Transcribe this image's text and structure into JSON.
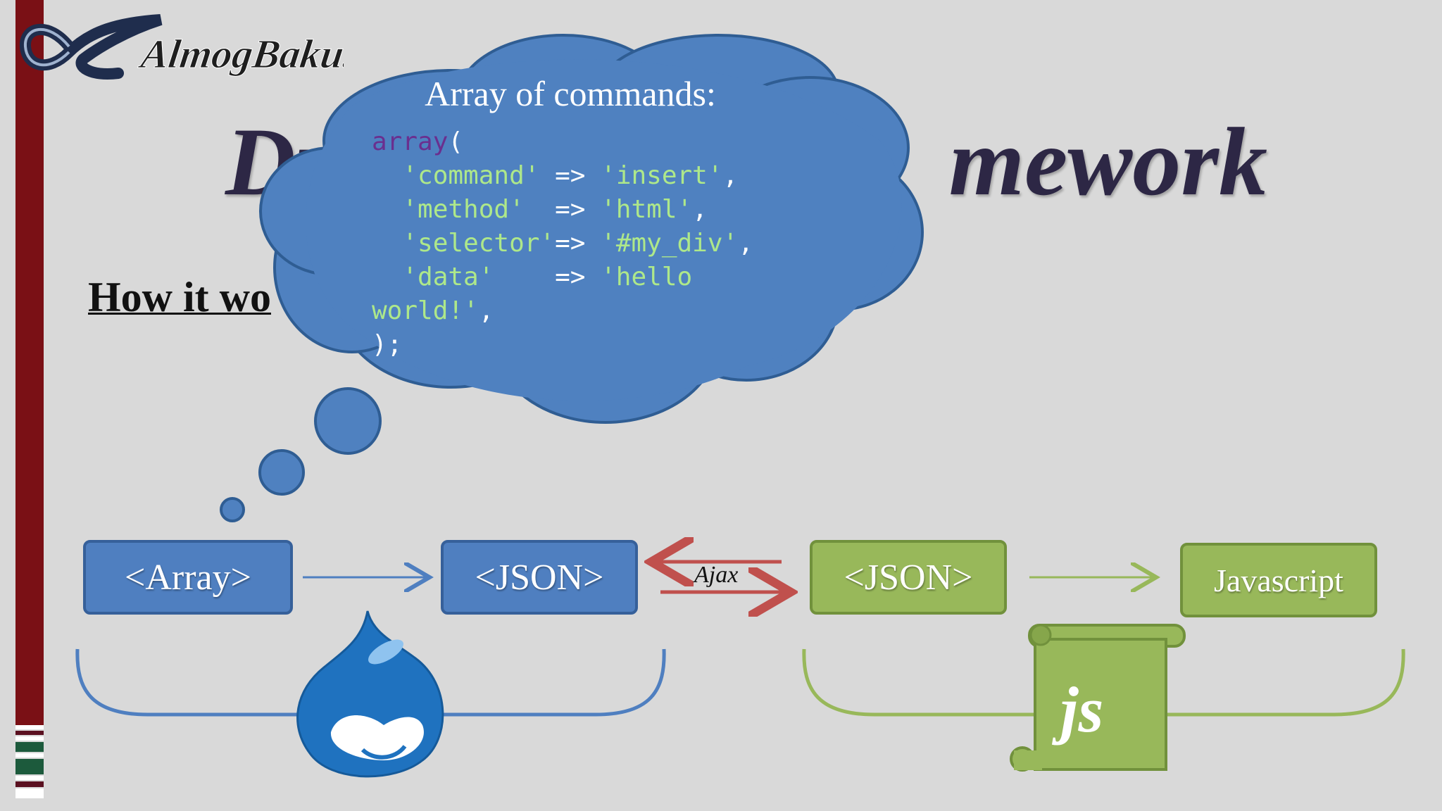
{
  "logo": {
    "text": "AlmogBaku."
  },
  "slide": {
    "title_left": "Dr",
    "title_right": "mework",
    "subtitle": "How it wo"
  },
  "cloud": {
    "title": "Array of commands:",
    "code": {
      "line1_kw": "array",
      "line1_paren": "(",
      "rows": [
        {
          "key": "'command'",
          "arrow": " =>",
          "value": " 'insert'",
          "tail": ","
        },
        {
          "key": "'method'",
          "arrow": "  =>",
          "value": " 'html'",
          "tail": ","
        },
        {
          "key": "'selector'",
          "arrow": "=>",
          "value": " '#my_div'",
          "tail": ","
        },
        {
          "key": "'data'",
          "arrow": "    =>",
          "value": " 'hello",
          "tail": ""
        }
      ],
      "wrap_value": "world!'",
      "wrap_tail": ",",
      "closing": ");"
    }
  },
  "flow": {
    "array_box": "<Array>",
    "json_box_left": "<JSON>",
    "ajax_label": "Ajax",
    "json_box_right": "<JSON>",
    "javascript_box": "Javascript",
    "js_scroll_text": "js"
  },
  "colors": {
    "blue": "#4f7fc0",
    "green": "#98b85a",
    "red_arrow": "#c0504d",
    "dark_red_bar": "#7a1015"
  }
}
